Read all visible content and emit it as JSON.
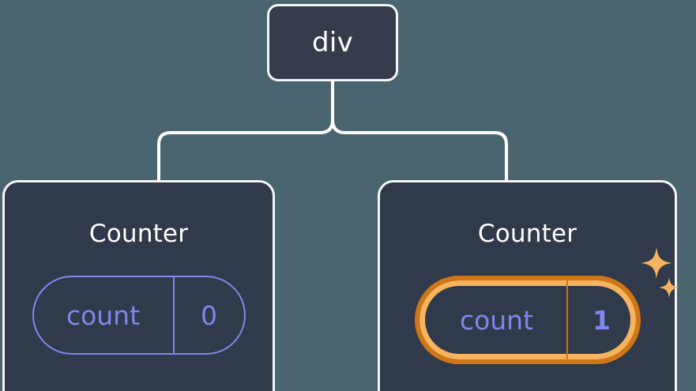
{
  "theme": {
    "background": "#4b6570",
    "node_fill": "#353d4d",
    "card_fill": "#313a4a",
    "node_border": "#f3f5f7",
    "connector_stroke": "#ffffff",
    "accent_purple": "#8186ee",
    "highlight_orange_outer": "#cf7617",
    "highlight_orange_inner": "#f7b45f",
    "sparkle_color": "#f7b45f",
    "title_color": "#ffffff"
  },
  "tree": {
    "root": {
      "label": "div",
      "type": "dom-element"
    },
    "children": [
      {
        "title": "Counter",
        "highlighted": false,
        "state": {
          "key": "count",
          "value": "0"
        }
      },
      {
        "title": "Counter",
        "highlighted": true,
        "state": {
          "key": "count",
          "value": "1"
        },
        "decoration": "sparkles"
      }
    ]
  },
  "icons": {
    "sparkle_large": "sparkle-icon",
    "sparkle_small": "sparkle-icon"
  },
  "connector": {
    "shape": "rounded-tree",
    "stroke_width": 4
  }
}
